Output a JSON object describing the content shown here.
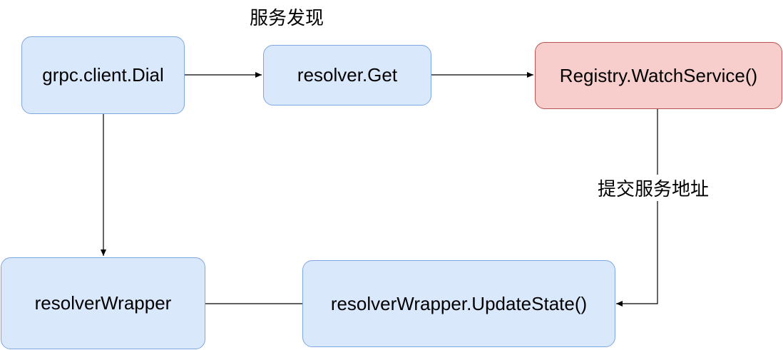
{
  "title": "服务发现",
  "nodes": {
    "dial": "grpc.client.Dial",
    "get": "resolver.Get",
    "watch": "Registry.WatchService()",
    "wrapper": "resolverWrapper",
    "update": "resolverWrapper.UpdateState()"
  },
  "edge_labels": {
    "submit": "提交服务地址"
  },
  "colors": {
    "node_fill": "#dae8fc",
    "node_stroke": "#7ea6e0",
    "highlight_fill": "#f8cecc",
    "highlight_stroke": "#b85450",
    "edge": "#000000"
  }
}
